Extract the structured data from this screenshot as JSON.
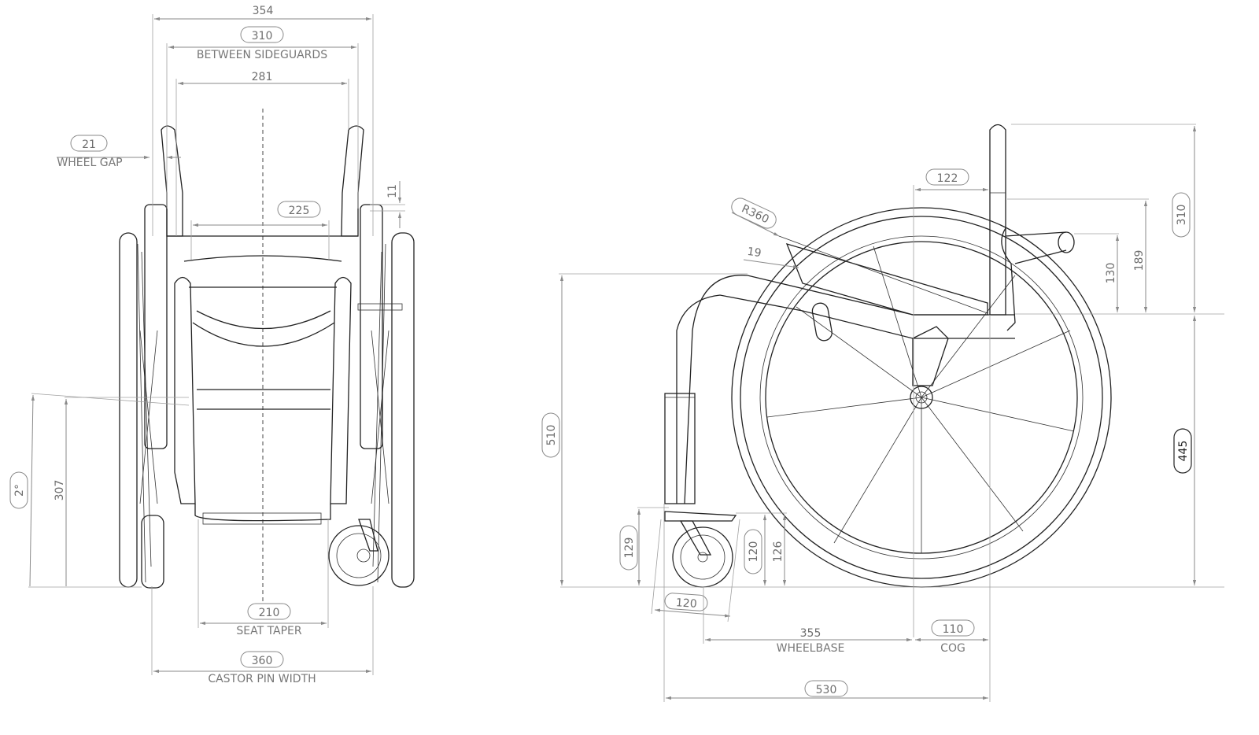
{
  "front_view": {
    "overall_width": "354",
    "between_sideguards": {
      "value": "310",
      "caption": "BETWEEN SIDEGUARDS"
    },
    "seat_width": "281",
    "wheel_gap": {
      "value": "21",
      "caption": "WHEEL GAP"
    },
    "sideguard_offset": "11",
    "backrest_width": "225",
    "camber": "2°",
    "seat_height_front": "307",
    "seat_taper": {
      "value": "210",
      "caption": "SEAT TAPER"
    },
    "castor_pin_width": {
      "value": "360",
      "caption": "CASTOR PIN WIDTH"
    }
  },
  "side_view": {
    "backrest_offset": "122",
    "radius": "R360",
    "angle_offset": "19",
    "backrest_height": "310",
    "push_handle_height": "189",
    "armrest_height": "130",
    "front_seat_height": "510",
    "rear_seat_height": "445",
    "footrest_height": "129",
    "castor_height": "120",
    "castor_fork_height": "126",
    "castor_length": "120",
    "wheelbase": {
      "value": "355",
      "caption": "WHEELBASE"
    },
    "cog": {
      "value": "110",
      "caption": "COG"
    },
    "overall_length": "530"
  }
}
